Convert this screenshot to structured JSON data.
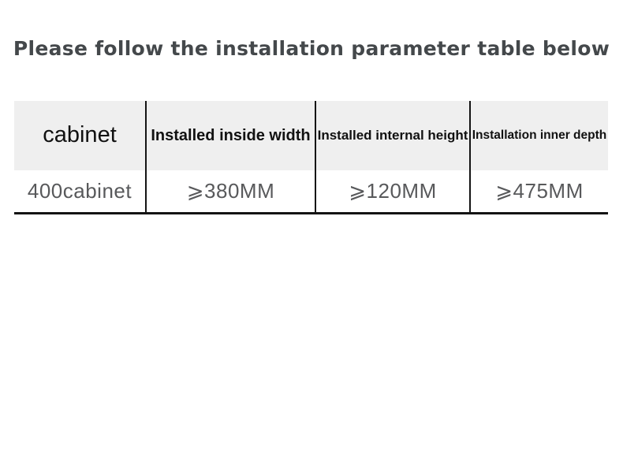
{
  "page": {
    "background": "#ffffff"
  },
  "title": {
    "text": "Please follow the installation parameter table below",
    "color": "#44484b"
  },
  "table": {
    "header_bg": "#efefef",
    "border_color": "#141414",
    "header_text_color": "#111111",
    "value_text_color": "#58595b",
    "columns": [
      {
        "header": "cabinet",
        "value": "400cabinet"
      },
      {
        "header": "Installed inside width",
        "value": "⩾380MM"
      },
      {
        "header": "Installed internal height",
        "value": "⩾120MM"
      },
      {
        "header": "Installation inner depth",
        "value": "⩾475MM"
      }
    ]
  }
}
